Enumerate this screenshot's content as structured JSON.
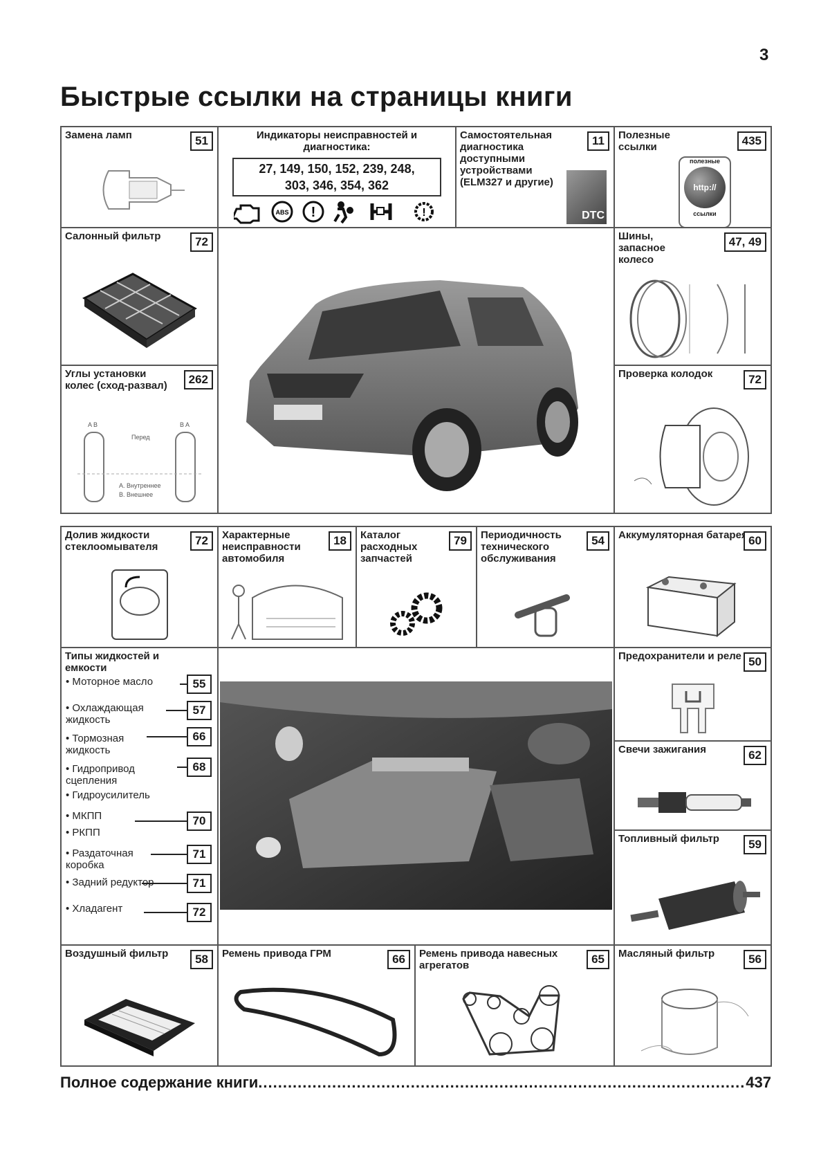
{
  "page_number": "3",
  "title": "Быстрые ссылки на страницы книги",
  "top_block": {
    "lamps": {
      "label": "Замена ламп",
      "page": "51"
    },
    "indicators": {
      "label": "Индикаторы неисправностей и диагностика:",
      "pages_line1": "27, 149, 150, 152, 239, 248,",
      "pages_line2": "303, 346, 354, 362",
      "icons": [
        "check-engine-icon",
        "abs-icon",
        "brake-warning-icon",
        "airbag-icon",
        "4wd-icon",
        "transmission-warning-icon"
      ]
    },
    "selfdiag": {
      "label": "Самостоятельная диагностика доступными устройствами (ELM327 и другие)",
      "page": "11",
      "logo_text": "DTC"
    },
    "links": {
      "label": "Полезные ссылки",
      "page": "435",
      "logo_top": "полезные",
      "logo_mid": "http://",
      "logo_bottom": "ссылки"
    },
    "cabin_filter": {
      "label": "Салонный фильтр",
      "page": "72"
    },
    "tires": {
      "label": "Шины, запасное колесо",
      "page": "47, 49"
    },
    "alignment": {
      "label": "Углы установки колес (сход-развал)",
      "page": "262",
      "fig_front": "Перед",
      "fig_a": "А. Внутреннее",
      "fig_b": "В. Внешнее"
    },
    "brakes": {
      "label": "Проверка колодок",
      "page": "72"
    }
  },
  "bottom_block": {
    "washer": {
      "label": "Долив жидкости стеклоомывателя",
      "page": "72"
    },
    "faults": {
      "label": "Характерные неисправности автомобиля",
      "page": "18"
    },
    "catalog": {
      "label": "Каталог расходных запчастей",
      "page": "79"
    },
    "maintenance": {
      "label": "Периодичность технического обслуживания",
      "page": "54"
    },
    "battery": {
      "label": "Аккумуляторная батарея",
      "page": "60"
    },
    "fluids": {
      "label": "Типы жидкостей и емкости",
      "items": [
        {
          "text": "Моторное масло",
          "page": "55"
        },
        {
          "text": "Охлаждающая жидкость",
          "page": "57"
        },
        {
          "text": "Тормозная жидкость",
          "page": "66"
        },
        {
          "text": "Гидропривод сцепления",
          "page": "68"
        },
        {
          "text": "Гидроусилитель",
          "page": ""
        },
        {
          "text": "МКПП",
          "page": ""
        },
        {
          "text": "РКПП",
          "page": "70"
        },
        {
          "text": "Раздаточная коробка",
          "page": "71"
        },
        {
          "text": "Задний редуктор",
          "page": "71"
        },
        {
          "text": "Хладагент",
          "page": "72"
        }
      ]
    },
    "fuses": {
      "label": "Предохранители и реле",
      "page": "50"
    },
    "plugs": {
      "label": "Свечи зажигания",
      "page": "62"
    },
    "fuel_filter": {
      "label": "Топливный фильтр",
      "page": "59"
    },
    "air_filter": {
      "label": "Воздушный фильтр",
      "page": "58"
    },
    "timing_belt": {
      "label": "Ремень привода ГРМ",
      "page": "66"
    },
    "aux_belt": {
      "label": "Ремень привода навесных агрегатов",
      "page": "65"
    },
    "oil_filter": {
      "label": "Масляный фильтр",
      "page": "56"
    }
  },
  "footer": {
    "label": "Полное содержание книги",
    "dots": "......................................................................................................................",
    "page": "437"
  }
}
